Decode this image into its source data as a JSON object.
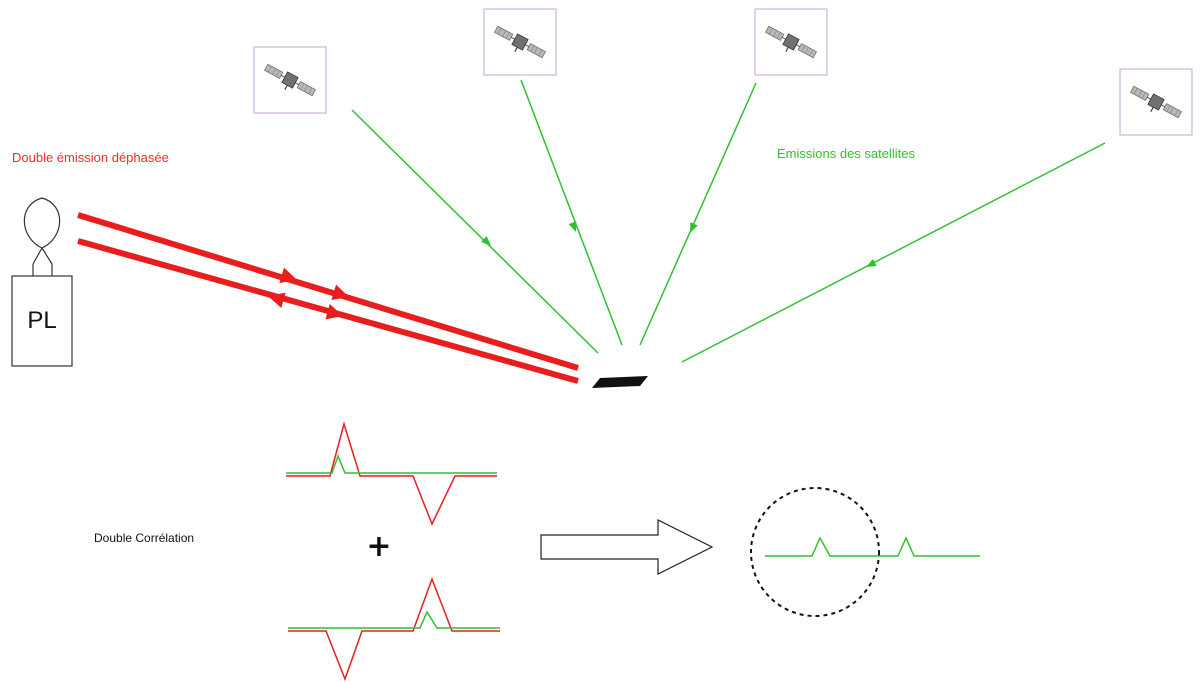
{
  "labels": {
    "double_emission": "Double émission déphasée",
    "satellite_emissions": "Emissions des satellites",
    "double_correlation": "Double Corrélation",
    "station": "PL",
    "plus_sign": "+"
  },
  "icons": {
    "satellite": "satellite-icon",
    "antenna": "antenna-icon",
    "reflector": "reflector-icon",
    "arrow": "hollow-arrow-icon"
  },
  "colors": {
    "red": "#e81e1e",
    "green": "#2fc12f",
    "black": "#111111",
    "satellite_frame": "#c8a6d8"
  }
}
